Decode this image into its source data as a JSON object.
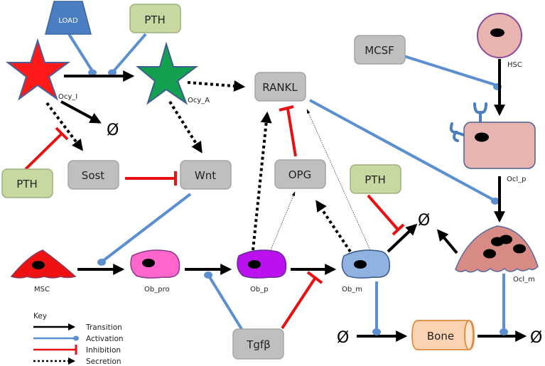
{
  "title": "Bone remodeling regulatory network",
  "colors": {
    "transition": "#000000",
    "activation": "#5b8fd0",
    "inhibition": "#e81010",
    "secretion": "#000000",
    "grey_box": "#bfbfbf",
    "green_box": "#c7d9a0",
    "load": "#4a7ec0",
    "ocy_i": "#ff1a1a",
    "ocy_a": "#13a050",
    "hsc": "#e8b4b0",
    "ocl_p": "#e8b4b0",
    "ocl_m": "#d88a85",
    "msc": "#ee1111",
    "ob_pro": "#ff66cc",
    "ob_p": "#bb11ee",
    "ob_m": "#8fb2e0",
    "bone": "#fbd3b3",
    "bone_stroke": "#e08a3c"
  },
  "nodes": {
    "load": "LOAD",
    "pth_top": "PTH",
    "ocy_i": "Ocy_I",
    "ocy_a": "Ocy_A",
    "rankl": "RANKL",
    "mcsf": "MCSF",
    "hsc": "HSC",
    "pth_left": "PTH",
    "sost": "Sost",
    "wnt": "Wnt",
    "opg": "OPG",
    "pth_mid": "PTH",
    "ocl_p": "Ocl_p",
    "msc": "MSC",
    "ob_pro": "Ob_pro",
    "ob_p": "Ob_p",
    "ob_m": "Ob_m",
    "ocl_m": "Ocl_m",
    "tgfb": "Tgfβ",
    "bone": "Bone",
    "null_symbol": "Ø"
  },
  "key": {
    "title": "Key",
    "items": [
      {
        "type": "transition",
        "label": "Transition"
      },
      {
        "type": "activation",
        "label": "Activation"
      },
      {
        "type": "inhibition",
        "label": "Inhibition"
      },
      {
        "type": "secretion",
        "label": "Secretion"
      }
    ]
  },
  "edges": [
    {
      "from": "Ocy_I",
      "to": "Ocy_A",
      "type": "transition"
    },
    {
      "from": "LOAD",
      "to": "Ocy_I→Ocy_A",
      "type": "activation"
    },
    {
      "from": "PTH",
      "to": "Ocy_I→Ocy_A",
      "type": "activation"
    },
    {
      "from": "Ocy_I",
      "to": "Ø",
      "type": "transition"
    },
    {
      "from": "Ocy_I",
      "to": "Sost",
      "type": "secretion"
    },
    {
      "from": "PTH",
      "to": "Ocy_I→Sost",
      "type": "inhibition"
    },
    {
      "from": "Ocy_A",
      "to": "RANKL",
      "type": "secretion"
    },
    {
      "from": "Ocy_A",
      "to": "Wnt",
      "type": "secretion"
    },
    {
      "from": "Sost",
      "to": "Wnt",
      "type": "inhibition"
    },
    {
      "from": "Wnt",
      "to": "MSC→Ob_pro",
      "type": "activation"
    },
    {
      "from": "MSC",
      "to": "Ob_pro",
      "type": "transition"
    },
    {
      "from": "Ob_pro",
      "to": "Ob_p",
      "type": "transition"
    },
    {
      "from": "Tgfβ",
      "to": "Ob_pro→Ob_p",
      "type": "activation"
    },
    {
      "from": "Ob_p",
      "to": "Ob_m",
      "type": "transition"
    },
    {
      "from": "Tgfβ",
      "to": "Ob_p→Ob_m",
      "type": "inhibition"
    },
    {
      "from": "Ob_p",
      "to": "RANKL",
      "type": "secretion"
    },
    {
      "from": "Ob_p",
      "to": "OPG",
      "type": "secretion-weak"
    },
    {
      "from": "Ob_m",
      "to": "OPG",
      "type": "secretion"
    },
    {
      "from": "Ob_m",
      "to": "RANKL",
      "type": "secretion-weak"
    },
    {
      "from": "OPG",
      "to": "RANKL",
      "type": "inhibition"
    },
    {
      "from": "Ob_m",
      "to": "Ø",
      "type": "transition"
    },
    {
      "from": "PTH",
      "to": "Ob_m→Ø",
      "type": "inhibition"
    },
    {
      "from": "Ocl_m",
      "to": "Ø",
      "type": "transition"
    },
    {
      "from": "MCSF",
      "to": "HSC→Ocl_p",
      "type": "activation"
    },
    {
      "from": "HSC",
      "to": "Ocl_p",
      "type": "transition"
    },
    {
      "from": "RANKL",
      "to": "Ocl_p→Ocl_m",
      "type": "activation"
    },
    {
      "from": "Ocl_p",
      "to": "Ocl_m",
      "type": "transition"
    },
    {
      "from": "Ø",
      "to": "Bone",
      "type": "transition"
    },
    {
      "from": "Ob_m",
      "to": "Ø→Bone",
      "type": "activation"
    },
    {
      "from": "Bone",
      "to": "Ø",
      "type": "transition"
    },
    {
      "from": "Ocl_m",
      "to": "Bone→Ø",
      "type": "activation"
    }
  ]
}
